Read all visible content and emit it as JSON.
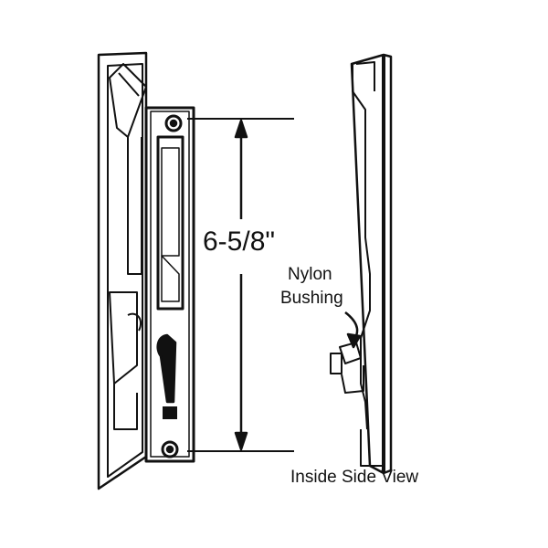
{
  "dimension_label": "6-5/8\"",
  "callout": {
    "line1": "Nylon",
    "line2": "Bushing"
  },
  "caption": "Inside Side View",
  "colors": {
    "ink": "#111111",
    "background": "#ffffff"
  }
}
